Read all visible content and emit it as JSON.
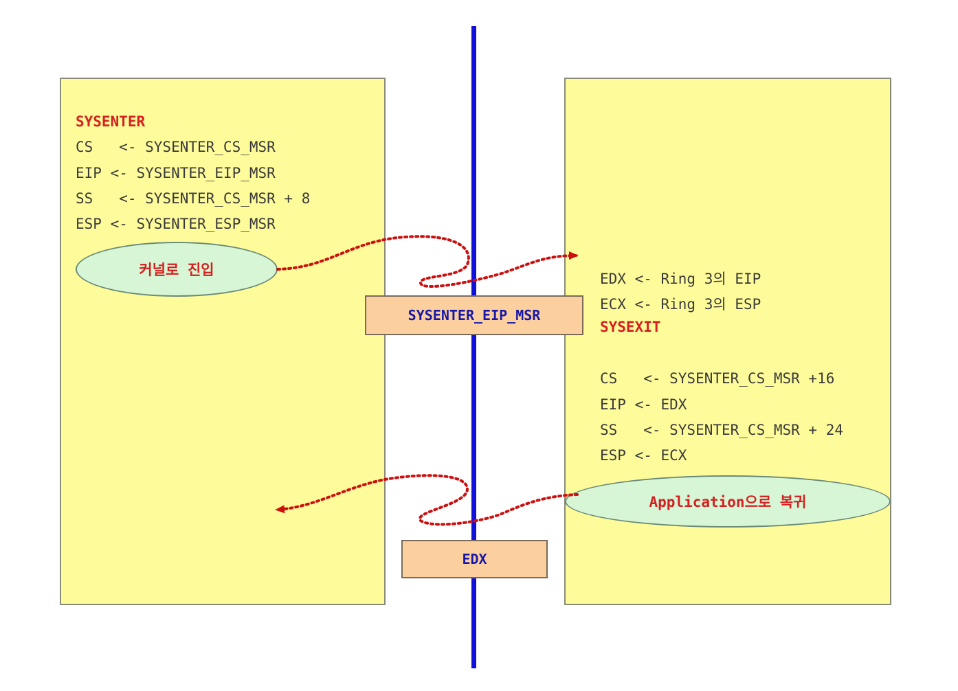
{
  "left": {
    "title": "SYSENTER",
    "lines": [
      "CS   <- SYSENTER_CS_MSR",
      "EIP <- SYSENTER_EIP_MSR",
      "SS   <- SYSENTER_CS_MSR + 8",
      "ESP <- SYSENTER_ESP_MSR"
    ],
    "ellipse": "커널로 진입"
  },
  "right": {
    "pre_lines": [
      "EDX <- Ring 3의 EIP",
      "ECX <- Ring 3의 ESP"
    ],
    "title": "SYSEXIT",
    "lines": [
      "CS   <- SYSENTER_CS_MSR +16",
      "EIP <- EDX",
      "SS   <- SYSENTER_CS_MSR + 24",
      "ESP <- ECX"
    ],
    "ellipse": "Application으로 복귀"
  },
  "center": {
    "msr_box": "SYSENTER_EIP_MSR",
    "edx_box": "EDX"
  },
  "colors": {
    "panel": "#fefb9a",
    "divider": "#1010d8",
    "title": "#d42020",
    "arrow": "#cc1010",
    "box": "#fccf9e",
    "ellipse": "#d7f6d6"
  }
}
